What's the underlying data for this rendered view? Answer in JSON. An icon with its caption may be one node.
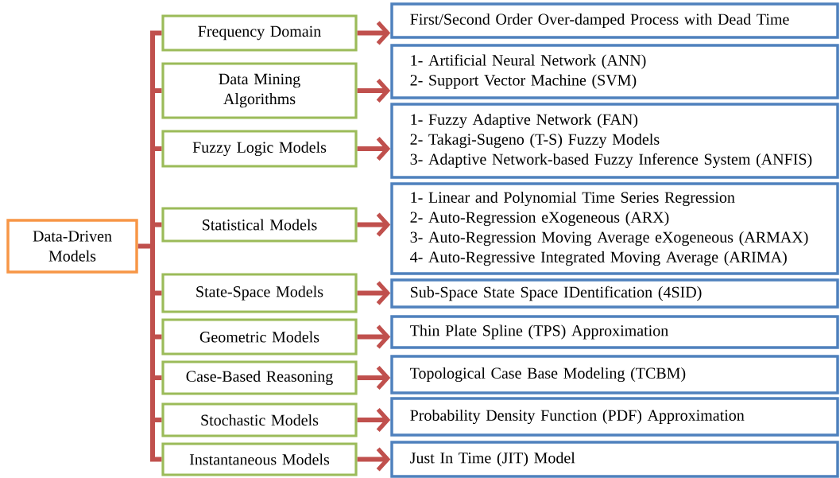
{
  "diagram": {
    "nodes": [
      {
        "text": [
          "Data-Driven Models"
        ]
      },
      {
        "text": [
          "Frequency Domain"
        ]
      },
      {
        "text": [
          "Data Mining Algorithms"
        ]
      },
      {
        "text": [
          "Fuzzy Logic Models"
        ]
      },
      {
        "text": [
          "Statistical Models"
        ]
      },
      {
        "text": [
          "State-Space Models"
        ]
      },
      {
        "text": [
          "Geometric Models"
        ]
      },
      {
        "text": [
          "Case-Based Reasoning"
        ]
      },
      {
        "text": [
          "Stochastic Models"
        ]
      },
      {
        "text": [
          "Instantaneous Models"
        ]
      },
      {
        "text": [
          "First/Second Order Over-damped Process with Dead Time"
        ]
      },
      {
        "text": [
          "1- Artificial Neural Network (ANN)",
          "2- Support Vector Machine (SVM)"
        ]
      },
      {
        "text": [
          "1- Fuzzy Adaptive Network (FAN)",
          "2- Takagi-Sugeno (T-S) Fuzzy Models",
          "3- Adaptive Network-based Fuzzy Inference System (ANFIS)"
        ]
      },
      {
        "text": [
          "1- Linear and Polynomial Time Series Regression",
          "2- Auto-Regression eXogeneous (ARX)",
          "3- Auto-Regression Moving Average eXogeneous (ARMAX)",
          "4- Auto-Regressive Integrated Moving Average (ARIMA)"
        ]
      },
      {
        "text": [
          "Sub-Space State Space IDentification (4SID)"
        ]
      },
      {
        "text": [
          "Thin Plate Spline (TPS) Approximation"
        ]
      },
      {
        "text": [
          "Topological Case Base Modeling (TCBM)"
        ]
      },
      {
        "text": [
          "Probability Density Function (PDF) Approximation"
        ]
      },
      {
        "text": [
          "Just In Time (JIT)  Model"
        ]
      }
    ],
    "edges": [
      {
        "from": 0,
        "to": 1,
        "arrow": "none"
      },
      {
        "from": 0,
        "to": 2,
        "arrow": "none"
      },
      {
        "from": 0,
        "to": 3,
        "arrow": "none"
      },
      {
        "from": 0,
        "to": 4,
        "arrow": "none"
      },
      {
        "from": 0,
        "to": 5,
        "arrow": "none"
      },
      {
        "from": 0,
        "to": 6,
        "arrow": "none"
      },
      {
        "from": 0,
        "to": 7,
        "arrow": "none"
      },
      {
        "from": 0,
        "to": 8,
        "arrow": "none"
      },
      {
        "from": 0,
        "to": 9,
        "arrow": "none"
      },
      {
        "from": 1,
        "to": 10,
        "arrow": "to"
      },
      {
        "from": 2,
        "to": 11,
        "arrow": "to"
      },
      {
        "from": 3,
        "to": 12,
        "arrow": "to"
      },
      {
        "from": 4,
        "to": 13,
        "arrow": "to"
      },
      {
        "from": 5,
        "to": 14,
        "arrow": "to"
      },
      {
        "from": 6,
        "to": 15,
        "arrow": "to"
      },
      {
        "from": 7,
        "to": 16,
        "arrow": "to"
      },
      {
        "from": 8,
        "to": 17,
        "arrow": "to"
      },
      {
        "from": 9,
        "to": 18,
        "arrow": "to"
      }
    ]
  }
}
